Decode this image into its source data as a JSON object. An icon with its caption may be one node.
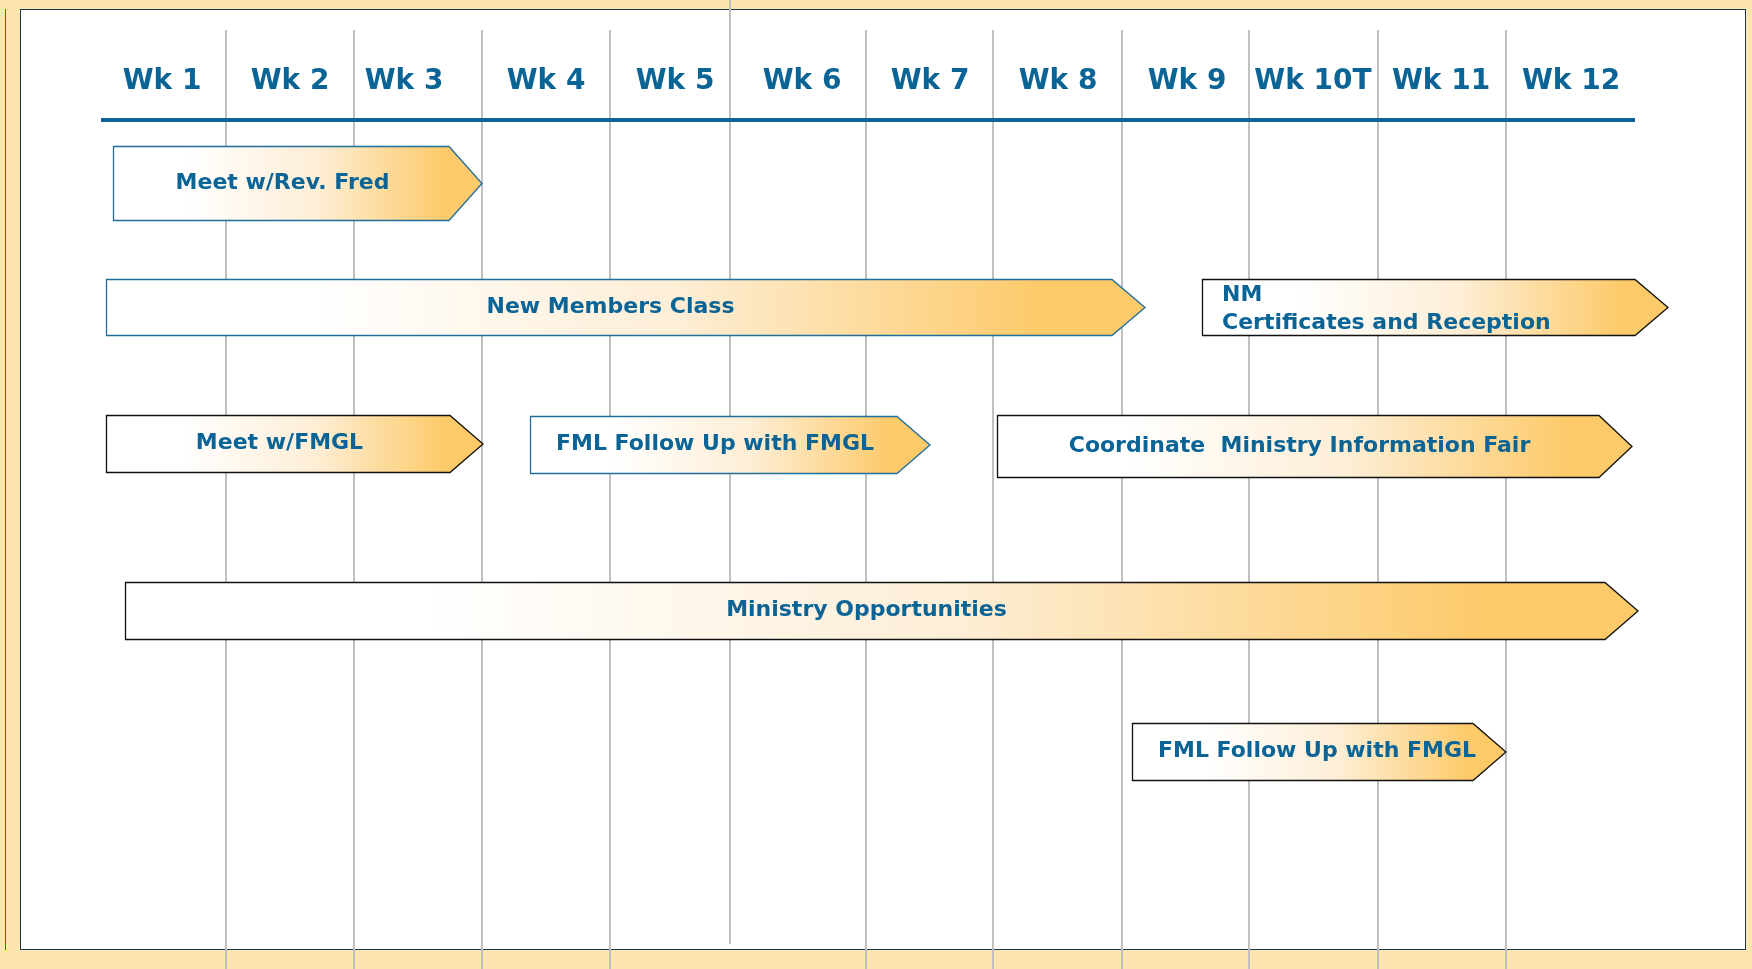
{
  "diagram": {
    "nodes": [
      {
        "text": [
          "Meet w/Rev. Fred"
        ]
      },
      {
        "text": [
          "New Members Class"
        ]
      },
      {
        "text": [
          "NM",
          "Certificates and Reception"
        ]
      },
      {
        "text": [
          "Meet w/FMGL"
        ]
      },
      {
        "text": [
          "FML Follow Up with FMGL"
        ]
      },
      {
        "text": [
          "Coordinate  Ministry Information Fair"
        ]
      },
      {
        "text": [
          "Ministry Opportunities"
        ]
      },
      {
        "text": [
          "FML Follow Up with FMGL"
        ]
      }
    ],
    "labels": [
      "Wk 1",
      "Wk 2",
      "Wk 3",
      "Wk 4",
      "Wk 5",
      "Wk 6",
      "Wk 7",
      "Wk 8",
      "Wk 9",
      "Wk 10T",
      "Wk 11",
      "Wk 12"
    ]
  }
}
